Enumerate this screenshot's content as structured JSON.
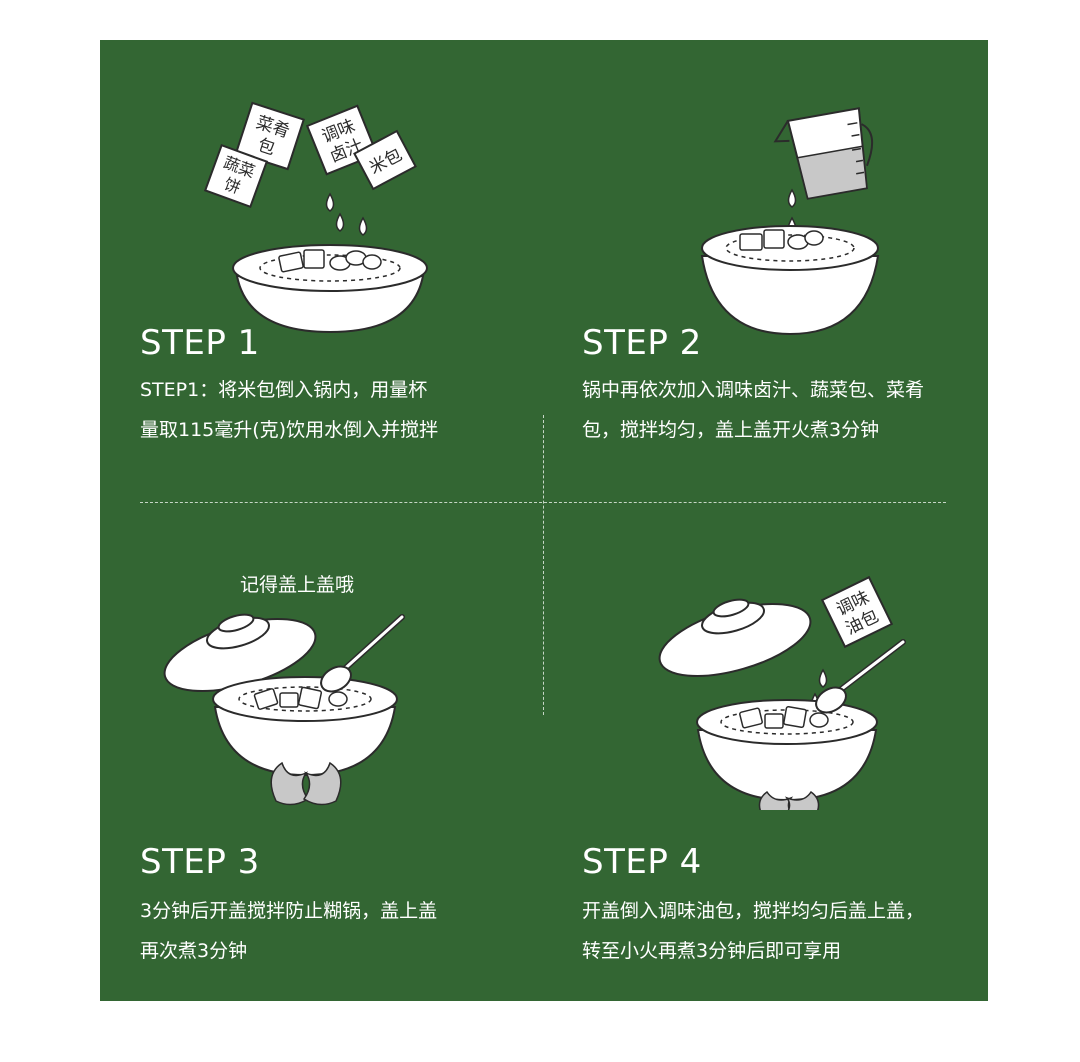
{
  "colors": {
    "panel": "#336633",
    "outline": "#2b2b2b",
    "bowl": "#ffffff",
    "flame": "#c8c8c8",
    "liquid": "#c8c8c8"
  },
  "steps": [
    {
      "title": "STEP 1",
      "desc_lines": [
        "STEP1：将米包倒入锅内，用量杯",
        "量取115毫升(克)饮用水倒入并搅拌"
      ]
    },
    {
      "title": "STEP 2",
      "desc_lines": [
        "锅中再依次加入调味卤汁、蔬菜包、菜肴",
        "包，搅拌均匀，盖上盖开火煮3分钟"
      ]
    },
    {
      "title": "STEP 3",
      "desc_lines": [
        "3分钟后开盖搅拌防止糊锅，盖上盖",
        "再次煮3分钟"
      ]
    },
    {
      "title": "STEP 4",
      "desc_lines": [
        "开盖倒入调味油包，搅拌均匀后盖上盖，",
        "转至小火再煮3分钟后即可享用"
      ]
    }
  ],
  "reminder": "记得盖上盖哦",
  "packets": {
    "dish_top": "菜肴",
    "dish_bottom": "包",
    "season_top": "调味",
    "season_bottom": "卤汁",
    "veg_top": "蔬菜",
    "veg_bottom": "饼",
    "rice": "米包",
    "oil_top": "调味",
    "oil_bottom": "油包"
  },
  "icons": [
    "bowl-icon",
    "packet-icon",
    "measuring-cup-icon",
    "water-drop-icon",
    "lid-icon",
    "spoon-icon",
    "flame-icon"
  ]
}
